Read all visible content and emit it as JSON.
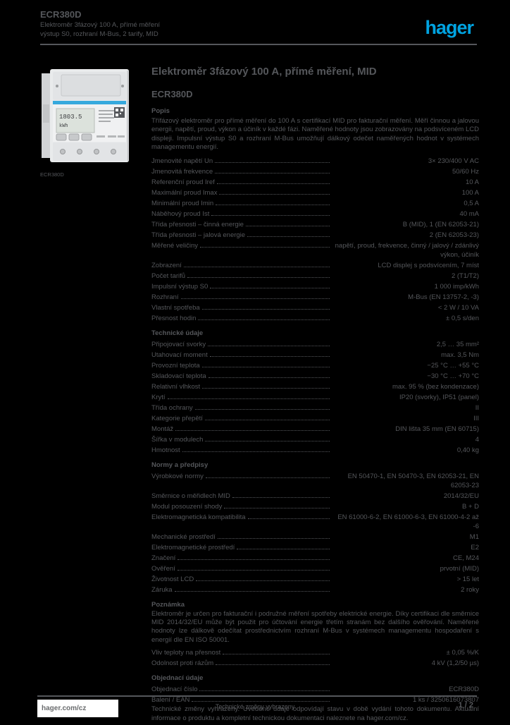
{
  "colors": {
    "accent_blue": "#00a3e1",
    "meter_stripe_blue": "#36a9dd",
    "text_gray": "#55575b",
    "page_background": "#000000",
    "footer_chip": "#ffffff"
  },
  "header": {
    "ref": "ECR380D",
    "desc_line1": "Elektroměr 3fázový 100 A, přímé měření",
    "desc_line2": "výstup S0, rozhraní M-Bus, 2 tarify, MID",
    "logo_text": "hager"
  },
  "image": {
    "caption": "ECR380D",
    "alt_name": "energy-meter-photo",
    "lcd_line1": "1803.5",
    "lcd_line2": "kWh"
  },
  "main": {
    "title": "Elektroměr 3fázový 100 A, přímé měření, MID",
    "ref": "ECR380D",
    "desc_label": "Popis",
    "intro": "Třífázový elektroměr pro přímé měření do 100 A s certifikací MID pro fakturační měření. Měří činnou a jalovou energii, napětí, proud, výkon a účiník v každé fázi. Naměřené hodnoty jsou zobrazovány na podsvíceném LCD displeji. Impulsní výstup S0 a rozhraní M-Bus umožňují dálkový odečet naměřených hodnot v systémech managementu energií.",
    "sections": [
      {
        "title": "",
        "rows": [
          {
            "label": "Jmenovité napětí Un",
            "value": "3× 230/400 V AC"
          },
          {
            "label": "Jmenovitá frekvence",
            "value": "50/60 Hz"
          },
          {
            "label": "Referenční proud Iref",
            "value": "10 A"
          },
          {
            "label": "Maximální proud Imax",
            "value": "100 A"
          },
          {
            "label": "Minimální proud Imin",
            "value": "0,5 A"
          },
          {
            "label": "Náběhový proud Ist",
            "value": "40 mA"
          },
          {
            "label": "Třída přesnosti – činná energie",
            "value": "B (MID), 1 (EN 62053-21)"
          },
          {
            "label": "Třída přesnosti – jalová energie",
            "value": "2 (EN 62053-23)"
          },
          {
            "label": "Měřené veličiny",
            "value": "napětí, proud, frekvence, činný / jalový / zdánlivý výkon, účiník"
          },
          {
            "label": "Zobrazení",
            "value": "LCD displej s podsvícením, 7 míst"
          },
          {
            "label": "Počet tarifů",
            "value": "2 (T1/T2)"
          },
          {
            "label": "Impulsní výstup S0",
            "value": "1 000 imp/kWh"
          },
          {
            "label": "Rozhraní",
            "value": "M-Bus (EN 13757-2, -3)"
          },
          {
            "label": "Vlastní spotřeba",
            "value": "< 2 W / 10 VA"
          },
          {
            "label": "Přesnost hodin",
            "value": "± 0,5 s/den"
          }
        ]
      },
      {
        "title": "Technické údaje",
        "rows": [
          {
            "label": "Připojovací svorky",
            "value": "2,5 … 35 mm²"
          },
          {
            "label": "Utahovací moment",
            "value": "max. 3,5 Nm"
          },
          {
            "label": "Provozní teplota",
            "value": "−25 °C … +55 °C"
          },
          {
            "label": "Skladovací teplota",
            "value": "−30 °C … +70 °C"
          },
          {
            "label": "Relativní vlhkost",
            "value": "max. 95 % (bez kondenzace)"
          },
          {
            "label": "Krytí",
            "value": "IP20 (svorky), IP51 (panel)"
          },
          {
            "label": "Třída ochrany",
            "value": "II"
          },
          {
            "label": "Kategorie přepětí",
            "value": "III"
          },
          {
            "label": "Montáž",
            "value": "DIN lišta 35 mm (EN 60715)"
          },
          {
            "label": "Šířka v modulech",
            "value": "4"
          },
          {
            "label": "Hmotnost",
            "value": "0,40 kg"
          }
        ]
      },
      {
        "title": "Normy a předpisy",
        "rows": [
          {
            "label": "Výrobkové normy",
            "value": "EN 50470-1, EN 50470-3, EN 62053-21, EN 62053-23"
          },
          {
            "label": "Směrnice o měřidlech MID",
            "value": "2014/32/EU"
          },
          {
            "label": "Modul posouzení shody",
            "value": "B + D"
          },
          {
            "label": "Elektromagnetická kompatibilita",
            "value": "EN 61000-6-2, EN 61000-6-3, EN 61000-4-2 až -6"
          },
          {
            "label": "Mechanické prostředí",
            "value": "M1"
          },
          {
            "label": "Elektromagnetické prostředí",
            "value": "E2"
          },
          {
            "label": "Značení",
            "value": "CE, M24"
          },
          {
            "label": "Ověření",
            "value": "prvotní (MID)"
          },
          {
            "label": "Životnost LCD",
            "value": "> 15 let"
          },
          {
            "label": "Záruka",
            "value": "2 roky"
          }
        ]
      },
      {
        "title": "Poznámka",
        "intro": "Elektroměr je určen pro fakturační i podružné měření spotřeby elektrické energie. Díky certifikaci dle směrnice MID 2014/32/EU může být použit pro účtování energie třetím stranám bez dalšího ověřování. Naměřené hodnoty lze dálkově odečítat prostřednictvím rozhraní M-Bus v systémech managementu hospodaření s energií dle EN ISO 50001.",
        "rows": [
          {
            "label": "Vliv teploty na přesnost",
            "value": "± 0,05 %/K"
          },
          {
            "label": "Odolnost proti rázům",
            "value": "4 kV (1,2/50 µs)"
          }
        ]
      },
      {
        "title": "Objednací údaje",
        "rows": [
          {
            "label": "Objednací číslo",
            "value": "ECR380D"
          },
          {
            "label": "Balení / EAN",
            "value": "1 ks / 3250616073807"
          }
        ],
        "note": "Technické změny vyhrazeny. Uvedené údaje odpovídají stavu v době vydání tohoto dokumentu. Aktuální informace o produktu a kompletní technickou dokumentaci naleznete na hager.com/cz."
      }
    ]
  },
  "footer": {
    "link": "hager.com/cz",
    "center": "Technické změny vyhrazeny",
    "page": "1 / 2"
  }
}
